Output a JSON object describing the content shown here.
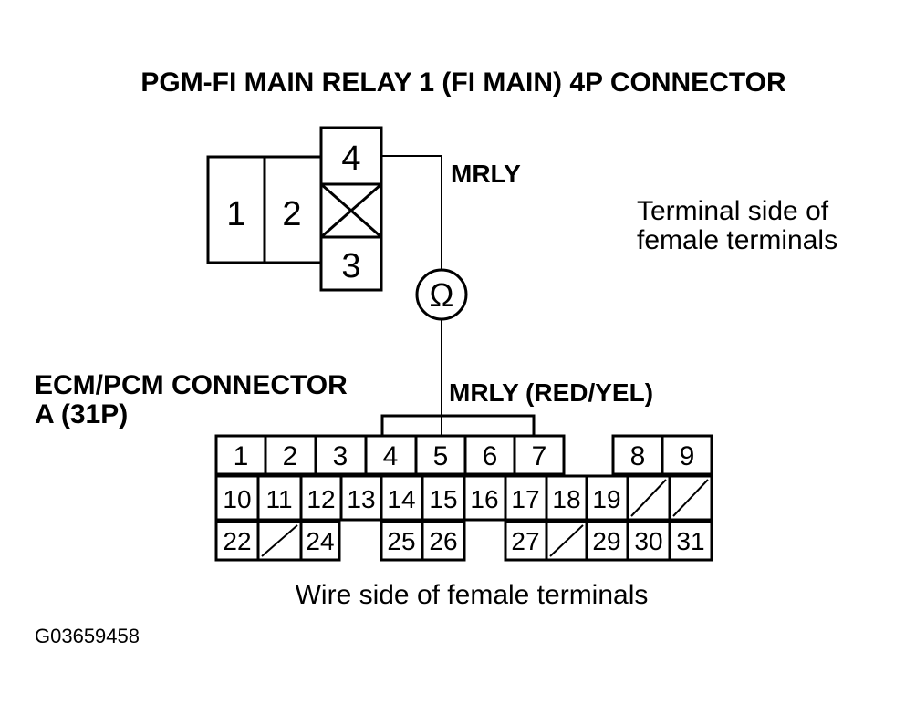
{
  "title": "PGM-FI MAIN RELAY 1 (FI MAIN) 4P CONNECTOR",
  "relay_connector": {
    "terminals": [
      "1",
      "2",
      "4",
      "3"
    ],
    "wire_label": "MRLY",
    "view_note_line1": "Terminal side of",
    "view_note_line2": "female terminals"
  },
  "meter": {
    "symbol": "Ω"
  },
  "ecm_connector": {
    "label_line1": "ECM/PCM CONNECTOR",
    "label_line2": "A (31P)",
    "wire_label": "MRLY (RED/YEL)",
    "row1": [
      "1",
      "2",
      "3",
      "4",
      "5",
      "6",
      "7",
      "8",
      "9"
    ],
    "row2": [
      "10",
      "11",
      "12",
      "13",
      "14",
      "15",
      "16",
      "17",
      "18",
      "19"
    ],
    "row3": [
      "22",
      "24",
      "25",
      "26",
      "27",
      "29",
      "30",
      "31"
    ],
    "view_note": "Wire side of female terminals"
  },
  "figure_id": "G03659458"
}
